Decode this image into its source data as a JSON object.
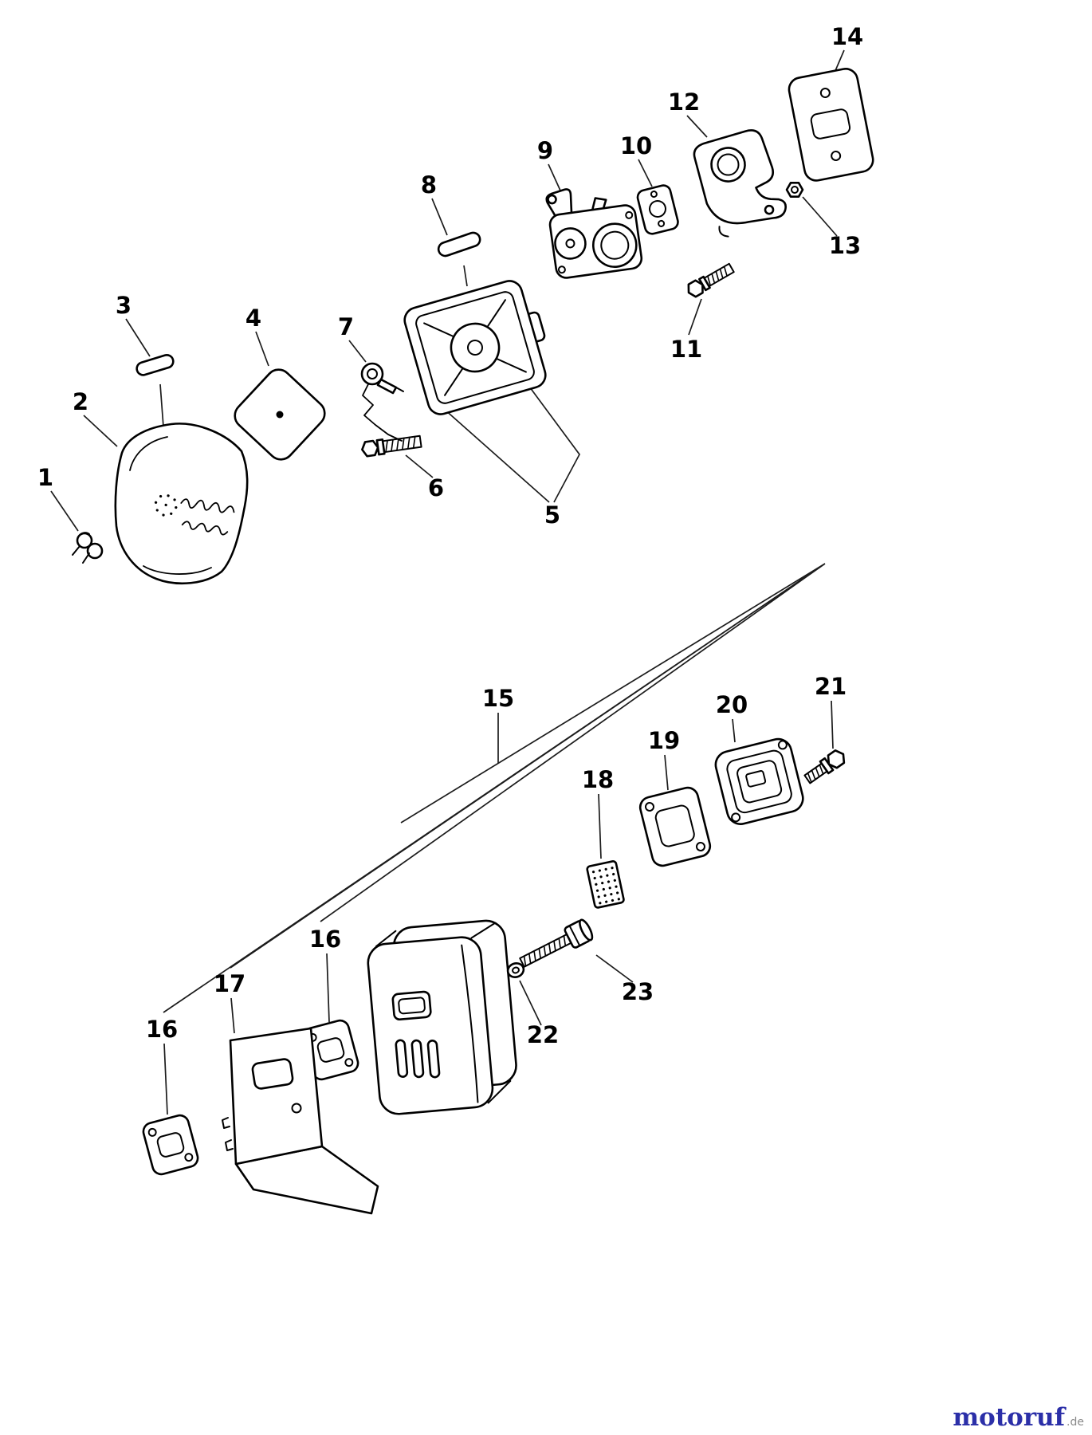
{
  "diagram": {
    "callouts": {
      "c1": "1",
      "c2": "2",
      "c3": "3",
      "c4": "4",
      "c5": "5",
      "c6": "6",
      "c7": "7",
      "c8": "8",
      "c9": "9",
      "c10": "10",
      "c11": "11",
      "c12": "12",
      "c13": "13",
      "c14": "14",
      "c15": "15",
      "c16a": "16",
      "c16b": "16",
      "c17": "17",
      "c18": "18",
      "c19": "19",
      "c20": "20",
      "c21": "21",
      "c22": "22",
      "c23": "23"
    }
  },
  "watermark": {
    "brand": "motoruf",
    "tld": ".de"
  },
  "colors": {
    "background": "#ffffff",
    "line": "#000000",
    "watermark_brand": "#2b2fa8",
    "watermark_tld": "#8a8a8a"
  }
}
